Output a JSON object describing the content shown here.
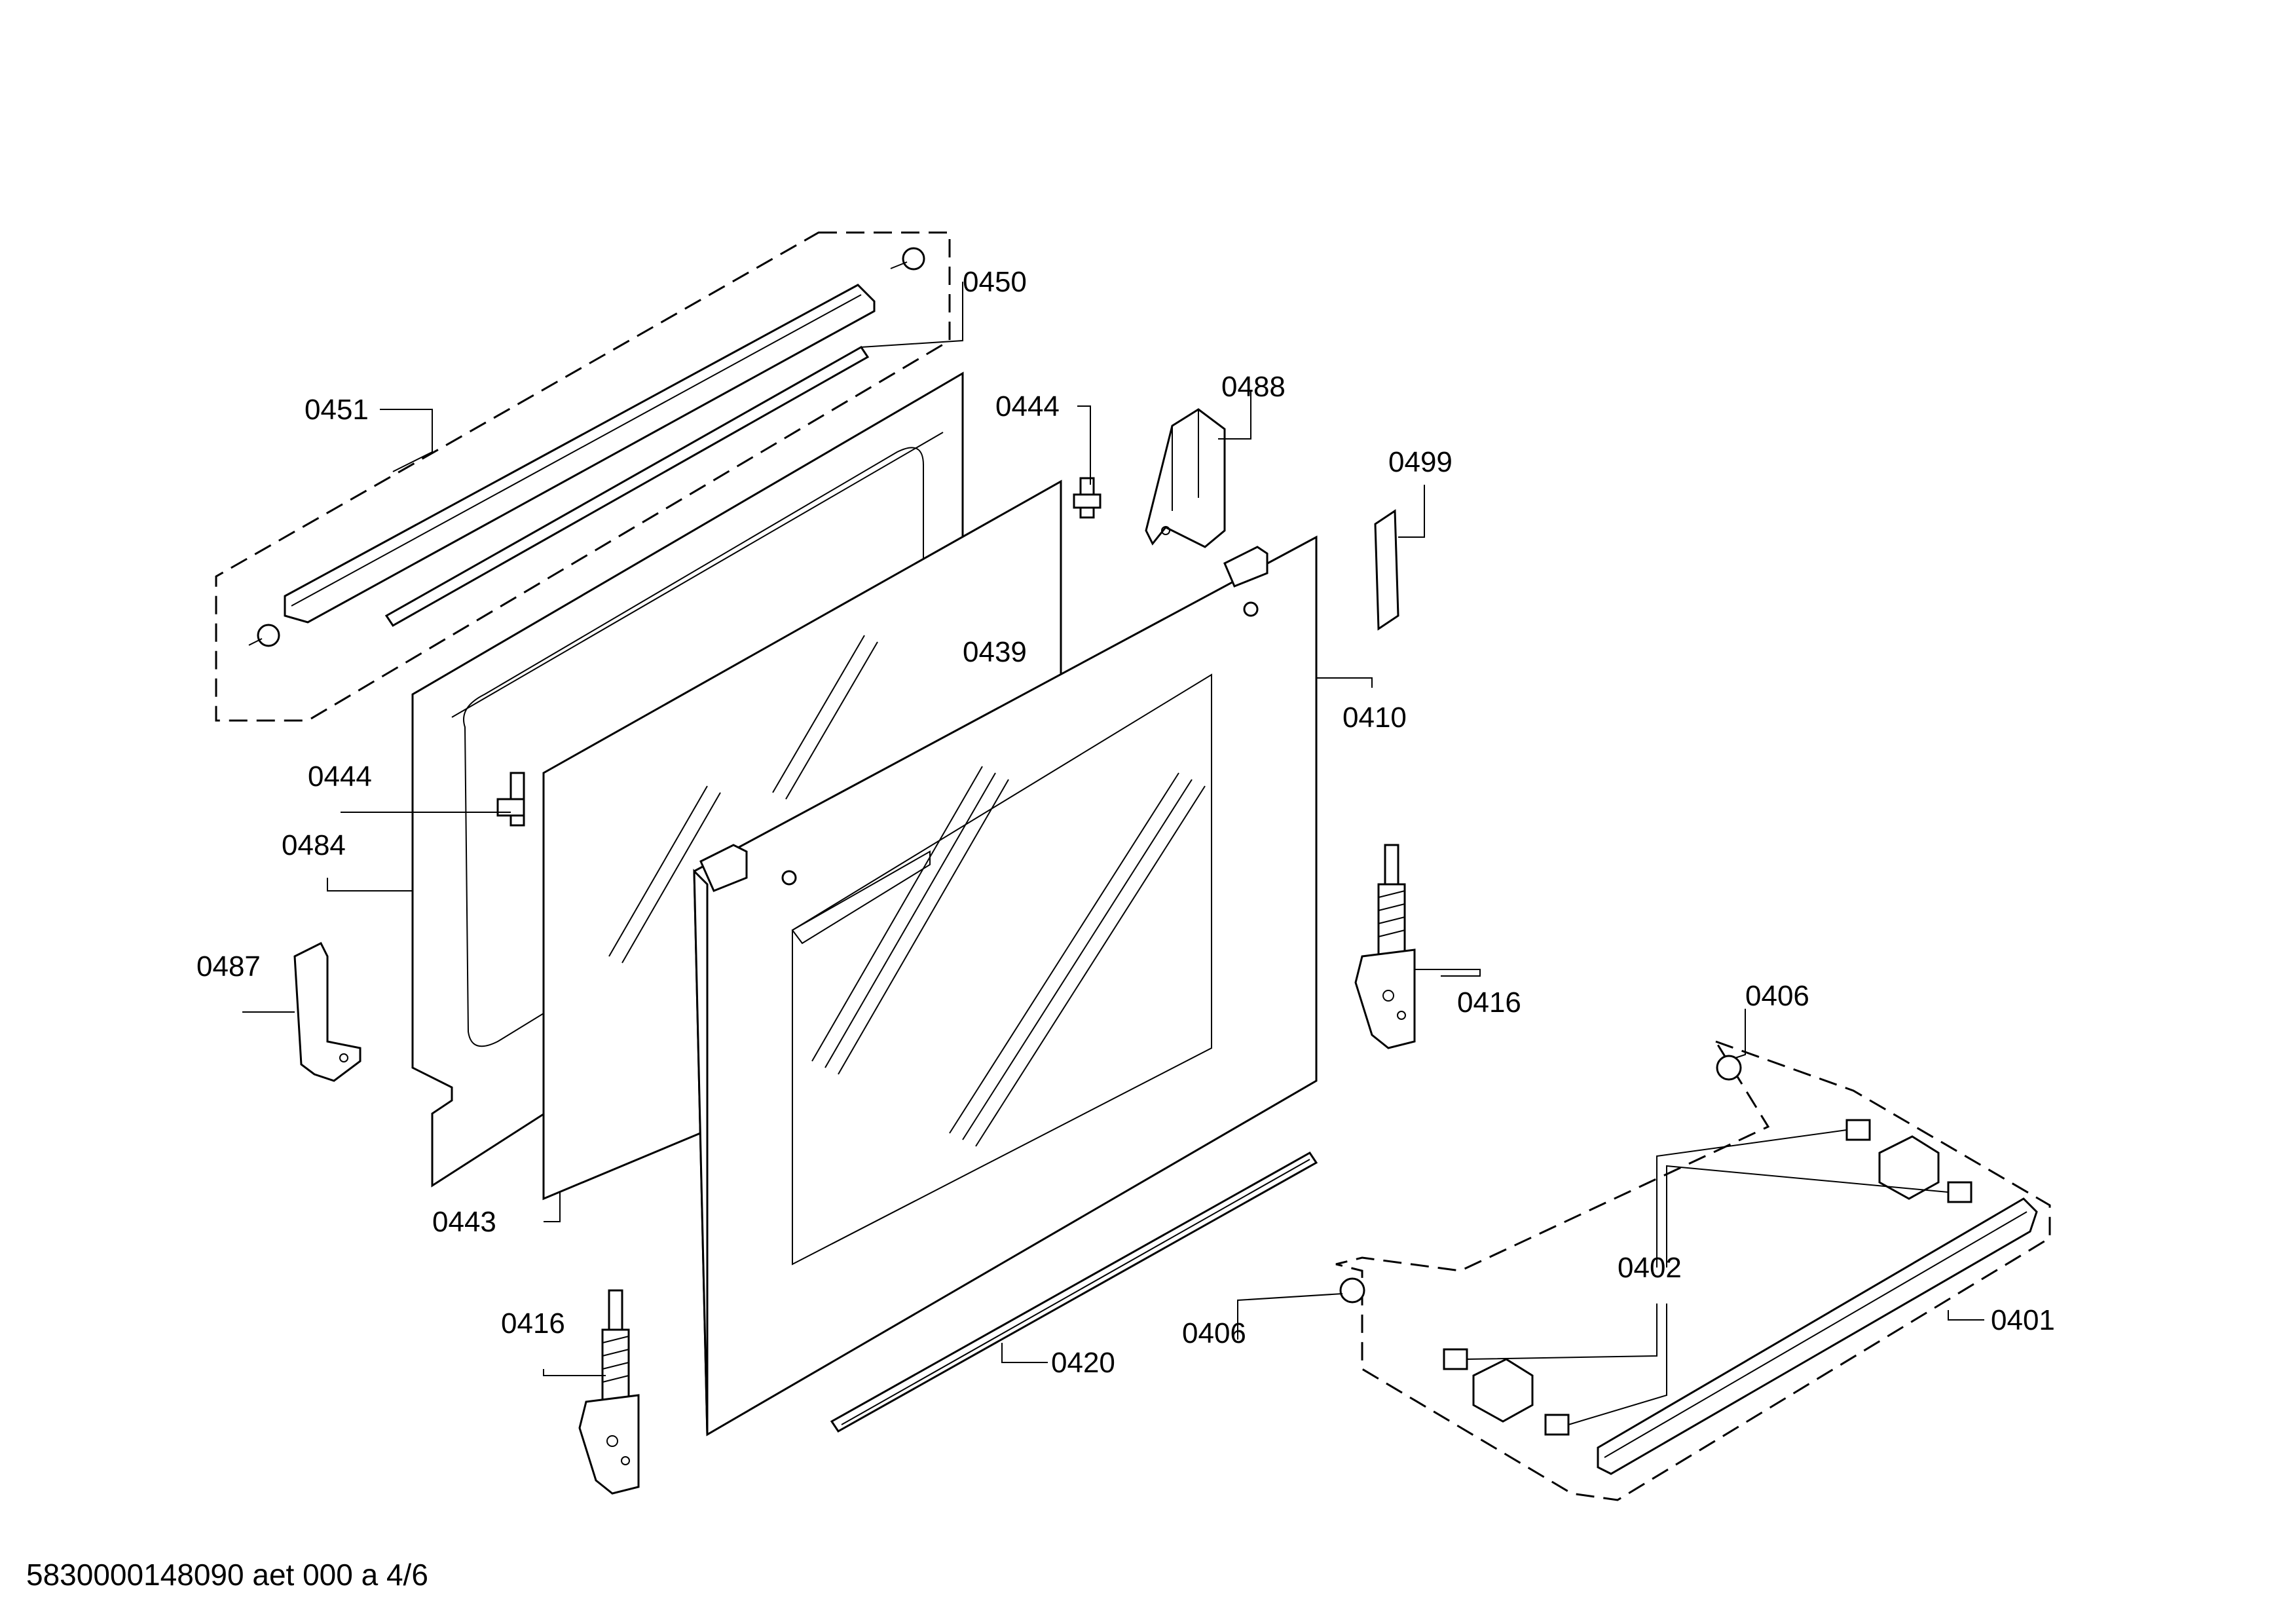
{
  "footer": {
    "document_code": "5830000148090 aet 000 a 4/6"
  },
  "callouts": {
    "c0450": "0450",
    "c0451": "0451",
    "c0444a": "0444",
    "c0488": "0488",
    "c0499": "0499",
    "c0439": "0439",
    "c0410": "0410",
    "c0444b": "0444",
    "c0484": "0484",
    "c0487": "0487",
    "c0416a": "0416",
    "c0406a": "0406",
    "c0402": "0402",
    "c0401": "0401",
    "c0406b": "0406",
    "c0420": "0420",
    "c0443": "0443",
    "c0416b": "0416"
  }
}
